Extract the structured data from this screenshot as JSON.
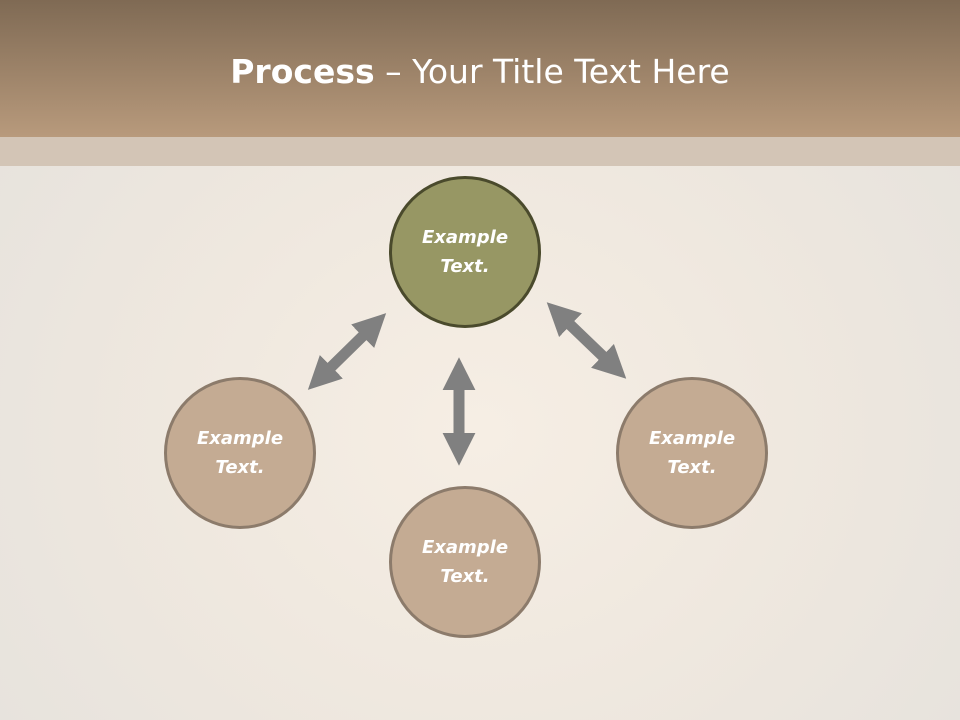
{
  "title": {
    "bold": "Process",
    "rest": " – Your Title Text Here"
  },
  "colors": {
    "center_fill": "#979764",
    "node_fill": "#c4ab93",
    "arrow": "#808080"
  },
  "nodes": [
    {
      "role": "center",
      "line1": "Example",
      "line2": "Text."
    },
    {
      "role": "left",
      "line1": "Example",
      "line2": "Text."
    },
    {
      "role": "right",
      "line1": "Example",
      "line2": "Text."
    },
    {
      "role": "bottom",
      "line1": "Example",
      "line2": "Text."
    }
  ]
}
